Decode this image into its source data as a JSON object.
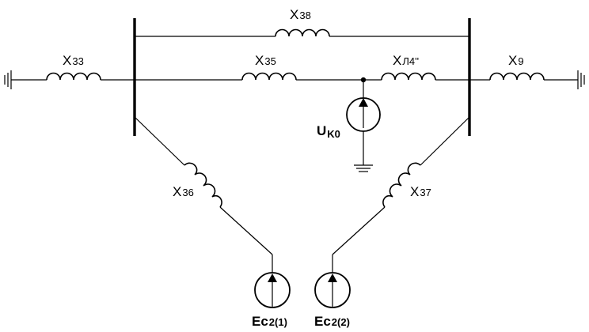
{
  "labels": {
    "x38": {
      "main": "X",
      "sub": "38"
    },
    "x33": {
      "main": "X",
      "sub": "33"
    },
    "x35": {
      "main": "X",
      "sub": "35"
    },
    "xl4": {
      "main": "X",
      "sub": "Л4''"
    },
    "x9": {
      "main": "X",
      "sub": "9"
    },
    "x36": {
      "main": "X",
      "sub": "36"
    },
    "x37": {
      "main": "X",
      "sub": "37"
    },
    "uk0": {
      "main": "U",
      "sub": "K0"
    },
    "ec21": {
      "main": "Ec",
      "sub": "2(1)"
    },
    "ec22": {
      "main": "Ec",
      "sub": "2(2)"
    }
  }
}
